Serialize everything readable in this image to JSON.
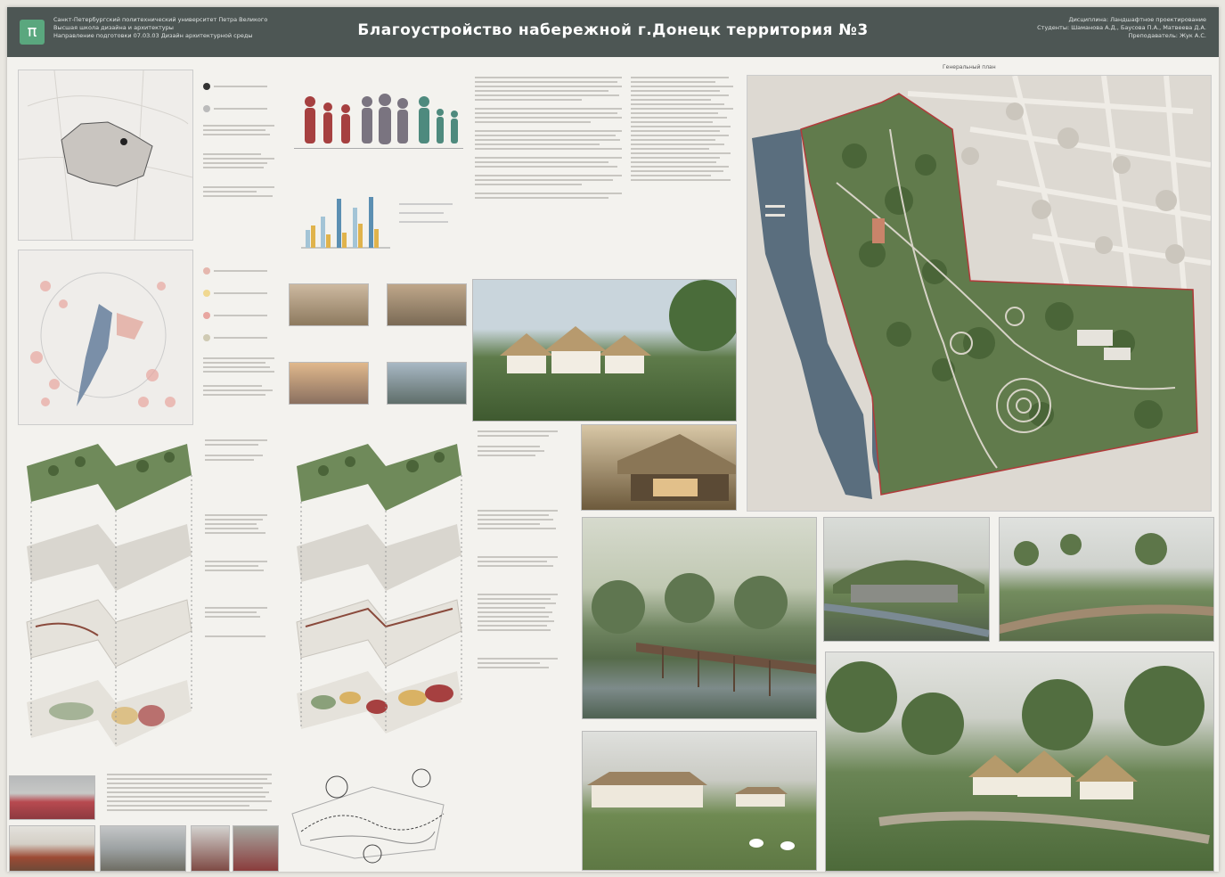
{
  "header": {
    "title": "Благоустройство набережной г.Донецк территория №3",
    "university": "Санкт-Петербургский политехнический университет Петра Великого\nВысшая школа дизайна и архитектуры\nНаправление подготовки 07.03.03 Дизайн архитектурной среды",
    "authors": "Дисциплина: Ландшафтное проектирование\nСтуденты: Шаманова А.Д., Баусова П.А., Матвеева Д.А.\nПреподаватель: Жук А.С."
  },
  "colors": {
    "header": "#4d5654",
    "logo": "#5aa77e",
    "water": "#5a6e7e",
    "green": "#5f7a4a",
    "accent_red": "#b23a3a"
  },
  "sections": {
    "master_plan": "Генеральный план"
  }
}
